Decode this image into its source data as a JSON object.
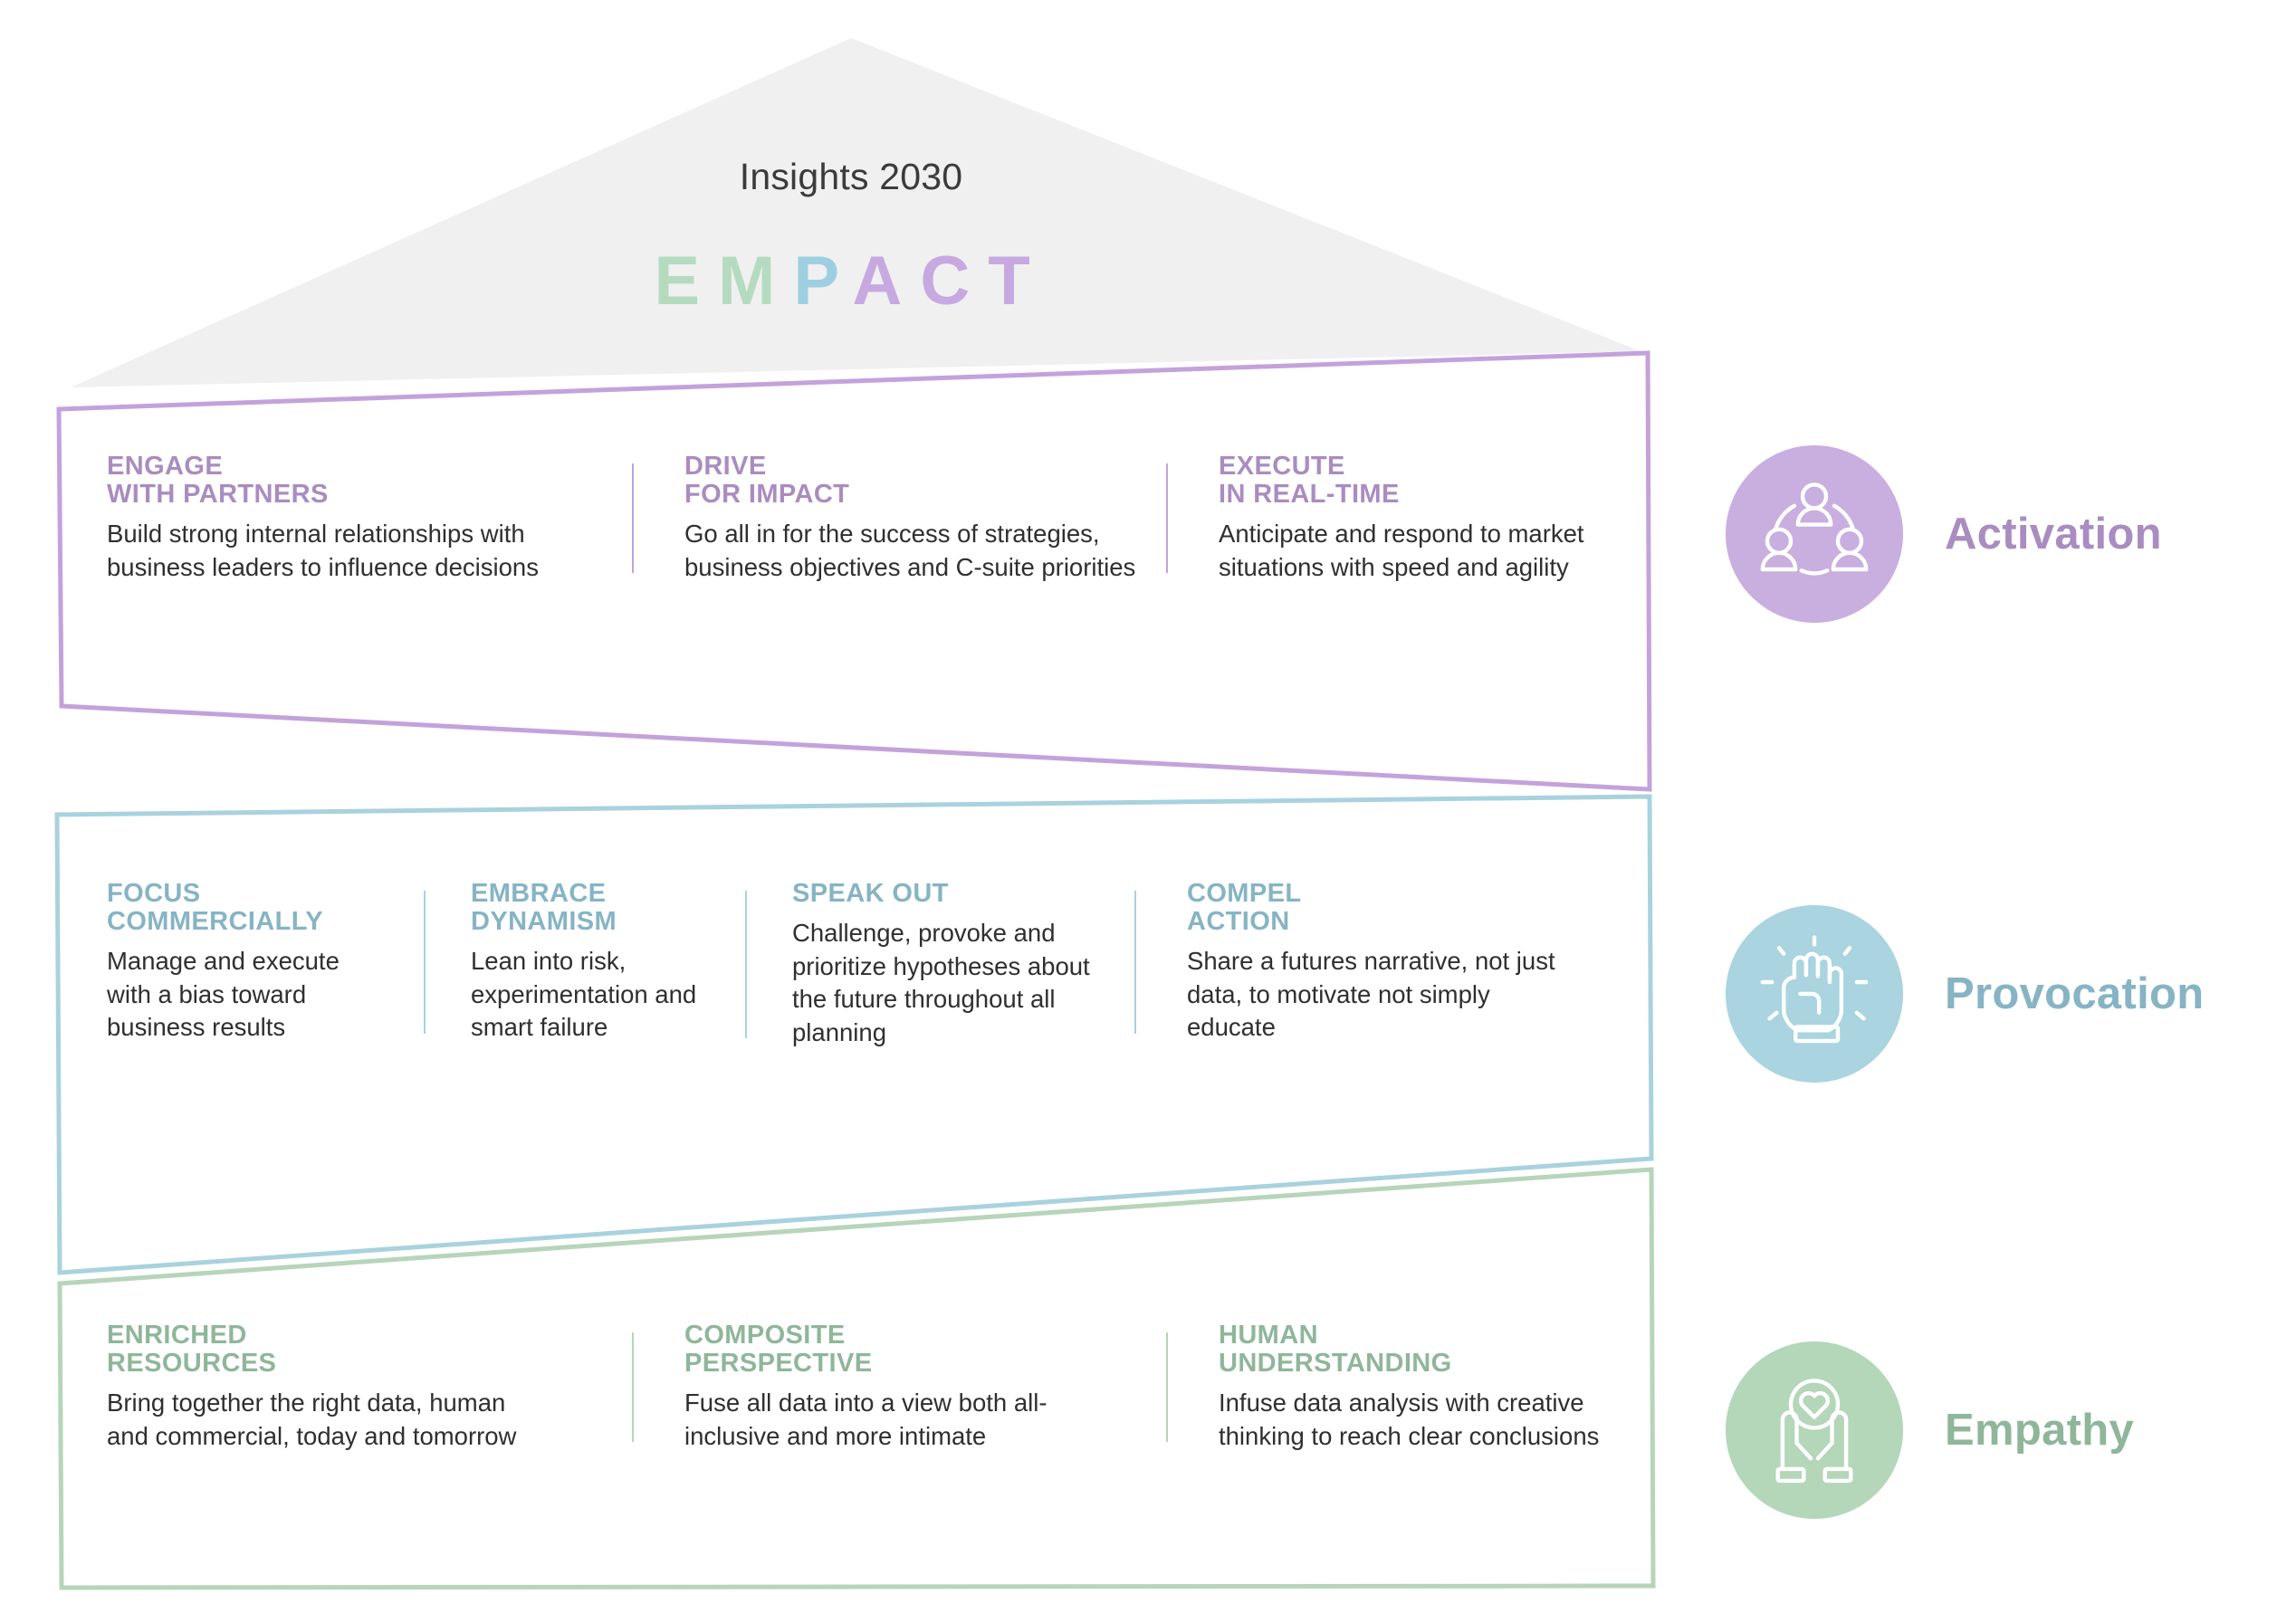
{
  "roof": {
    "title": "Insights 2030",
    "acronym_letters": [
      {
        "char": "E",
        "color": "#b4dbc0"
      },
      {
        "char": "M",
        "color": "#b4dbc0"
      },
      {
        "char": "P",
        "color": "#9ecfe1"
      },
      {
        "char": "A",
        "color": "#c7a9e2"
      },
      {
        "char": "C",
        "color": "#c7a9e2"
      },
      {
        "char": "T",
        "color": "#c7a9e2"
      }
    ],
    "fill": "#f0f0f0"
  },
  "colors": {
    "activation_line": "#c3a2dc",
    "activation_heading": "#a98cc0",
    "activation_badge": "#c9aee0",
    "provocation_line": "#a8d2de",
    "provocation_heading": "#86b4c4",
    "provocation_badge": "#a9d4e0",
    "empathy_line": "#b6d5b9",
    "empathy_heading": "#8fb69a",
    "empathy_badge": "#b4d6b9"
  },
  "bands": [
    {
      "id": "activation",
      "pillar_label": "Activation",
      "pillar_icon": "people-network-icon",
      "columns": [
        {
          "heading": "ENGAGE\nWITH PARTNERS",
          "heading_line1": "ENGAGE",
          "heading_line2": "WITH PARTNERS",
          "body": "Build strong internal relationships with business leaders to influence decisions"
        },
        {
          "heading_line1": "DRIVE",
          "heading_line2": "FOR IMPACT",
          "body": "Go all in for the success of strategies, business objectives and C-suite priorities"
        },
        {
          "heading_line1": "EXECUTE",
          "heading_line2": "IN REAL-TIME",
          "body": "Anticipate and respond to market situations with speed and agility"
        }
      ]
    },
    {
      "id": "provocation",
      "pillar_label": "Provocation",
      "pillar_icon": "raised-fist-icon",
      "columns": [
        {
          "heading_line1": "FOCUS",
          "heading_line2": "COMMERCIALLY",
          "body": "Manage and execute with a bias toward business results"
        },
        {
          "heading_line1": "EMBRACE",
          "heading_line2": "DYNAMISM",
          "body": "Lean into risk, experimentation and smart failure"
        },
        {
          "heading_line1": "SPEAK OUT",
          "heading_line2": "",
          "body": "Challenge, provoke and prioritize hypotheses about the future throughout all planning"
        },
        {
          "heading_line1": "COMPEL",
          "heading_line2": "ACTION",
          "body": "Share a futures narrative, not just data, to motivate not simply educate"
        }
      ]
    },
    {
      "id": "empathy",
      "pillar_label": "Empathy",
      "pillar_icon": "hands-holding-heart-icon",
      "columns": [
        {
          "heading_line1": "ENRICHED",
          "heading_line2": "RESOURCES",
          "body": "Bring together the right data, human and commercial, today and tomorrow"
        },
        {
          "heading_line1": "COMPOSITE",
          "heading_line2": "PERSPECTIVE",
          "body": "Fuse all data into a view both all-inclusive and more intimate"
        },
        {
          "heading_line1": "HUMAN",
          "heading_line2": "UNDERSTANDING",
          "body": "Infuse data analysis with creative thinking to reach clear conclusions"
        }
      ]
    }
  ]
}
